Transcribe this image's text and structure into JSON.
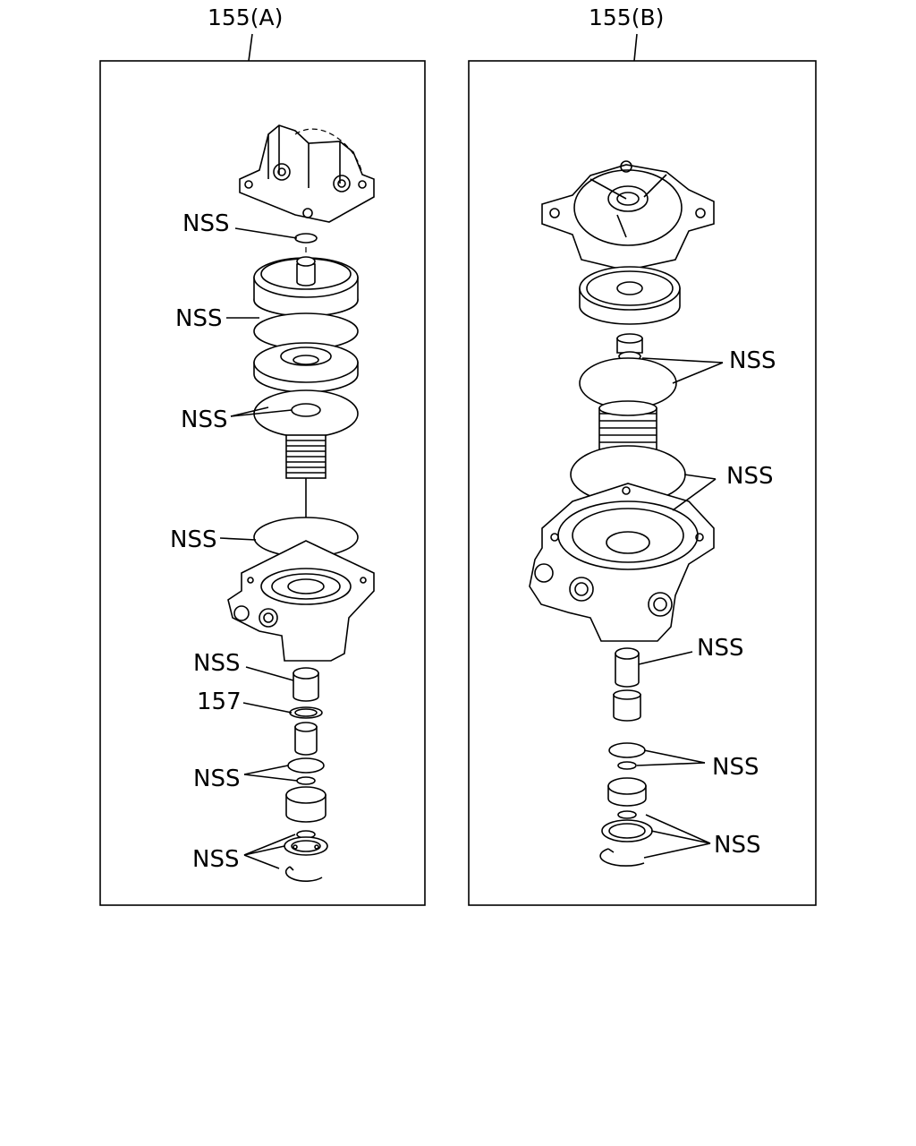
{
  "panels": [
    {
      "title": "155(A)",
      "labels": {
        "nss_1": "NSS",
        "nss_2": "NSS",
        "nss_3": "NSS",
        "nss_4": "NSS",
        "nss_5": "NSS",
        "part_157": "157",
        "nss_6": "NSS",
        "nss_7": "NSS"
      }
    },
    {
      "title": "155(B)",
      "labels": {
        "nss_1": "NSS",
        "nss_2": "NSS",
        "nss_3": "NSS",
        "nss_4": "NSS",
        "nss_5": "NSS"
      }
    }
  ]
}
